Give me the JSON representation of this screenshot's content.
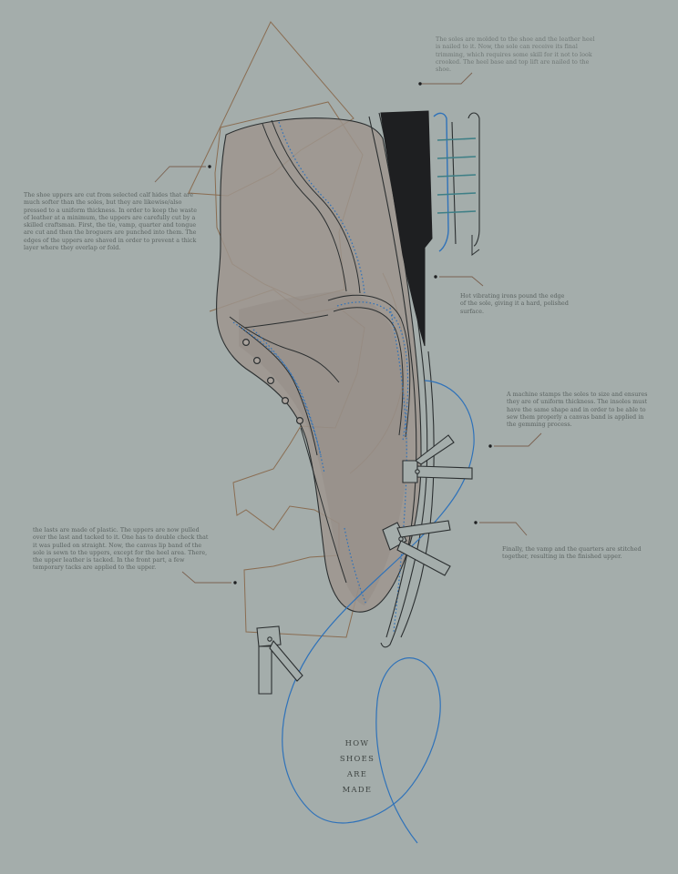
{
  "title_lines": [
    "HOW",
    "SHOES",
    "ARE",
    "MADE"
  ],
  "notes": {
    "soles": "The soles are molded to the shoe and the leather heel is nailed to it. Now, the sole can receive its final trimming, which requires some skill for it not to look crooked. The heel base and top lift are nailed to the shoe.",
    "uppers": "The shoe uppers are cut from selected calf hides that are much softer than the soles, but they are likewise/also pressed to a uniform thickness. In order to keep the waste of leather at a minimum, the uppers are carefully cut by a skilled craftsman. First, the tie, vamp, quarter and tongue are cut and then the broguers are punched into them. The edges of the uppers are shaved in order to prevent a thick layer where they overlap or fold.",
    "irons": "Hot vibrating irons pound the edge of the sole, giving it a hard, polished surface.",
    "machine": "A machine stamps the soles to size and ensures they are of uniform thickness. The insoles must have the same shape and in order to be able to sew them properly a canvas band is applied in the gemming process.",
    "lasts": "the lasts are made of plastic. The uppers are now pulled over the last and tacked to it. One has to double check that it was pulled on straight. Now, the canvas lip band of the sole is sewn to the uppers, except for the heel area. There, the upper leather is tacked. In the front part, a few temporary tacks are applied to the upper.",
    "vamp": "Finally, the vamp and the quarters are stitched together, resulting in the finished upper."
  },
  "colors": {
    "background": "#a4adab",
    "leather_fill": "#9d958e",
    "outline": "#2b2f30",
    "pattern_brown": "#8a6d52",
    "thread_blue": "#2f72b9",
    "heel_black": "#1e1f21"
  }
}
